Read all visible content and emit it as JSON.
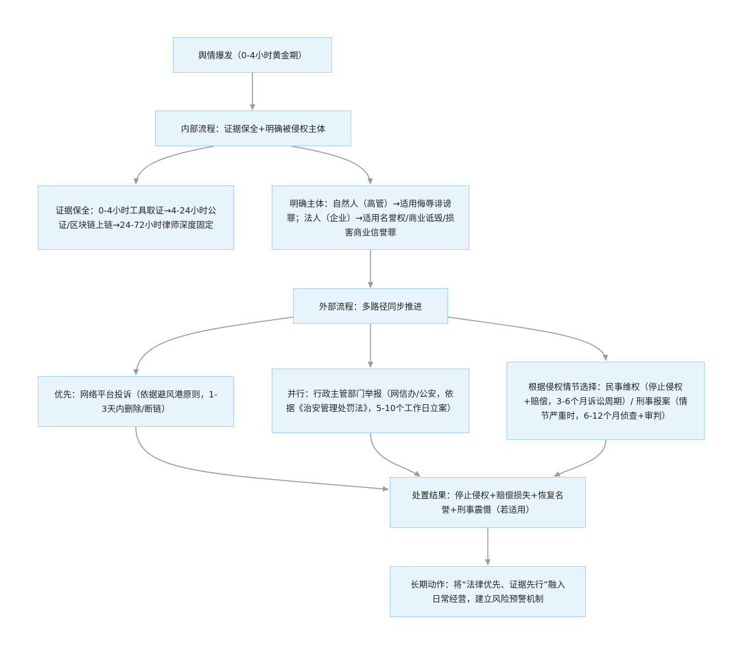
{
  "colors": {
    "node_fill": "#e8f4fc",
    "node_border": "#a9d4f1",
    "edge": "#9c9c9c",
    "text": "#222222"
  },
  "nodes": {
    "outbreak": "舆情爆发（0-4小时黄金期）",
    "internal": "内部流程：证据保全+明确被侵权主体",
    "evidence": "证据保全：0-4小时工具取证→4-24小时公证/区块链上链→24-72小时律师深度固定",
    "subject": "明确主体：自然人（高管）→适用侮辱诽谤罪；法人（企业）→适用名誉权/商业诋毁/损害商业信誉罪",
    "external": "外部流程：多路径同步推进",
    "priority": "优先：网络平台投诉（依据避风港原则，1-3天内删除/断链）",
    "parallel": "并行：行政主管部门举报（网信办/公安，依据《治安管理处罚法》，5-10个工作日立案）",
    "choice": "根据侵权情节选择：民事维权（停止侵权+赔偿，3-6个月诉讼周期）/ 刑事报案（情节严重时，6-12个月侦查+审判）",
    "result": "处置结果：停止侵权+赔偿损失+恢复名誉+刑事震慑（若适用）",
    "longterm": "长期动作：将“法律优先、证据先行”融入日常经营，建立风险预警机制"
  },
  "edges": [
    [
      "outbreak",
      "internal"
    ],
    [
      "internal",
      "evidence"
    ],
    [
      "internal",
      "subject"
    ],
    [
      "subject",
      "external"
    ],
    [
      "external",
      "priority"
    ],
    [
      "external",
      "parallel"
    ],
    [
      "external",
      "choice"
    ],
    [
      "priority",
      "result"
    ],
    [
      "parallel",
      "result"
    ],
    [
      "choice",
      "result"
    ],
    [
      "result",
      "longterm"
    ]
  ]
}
